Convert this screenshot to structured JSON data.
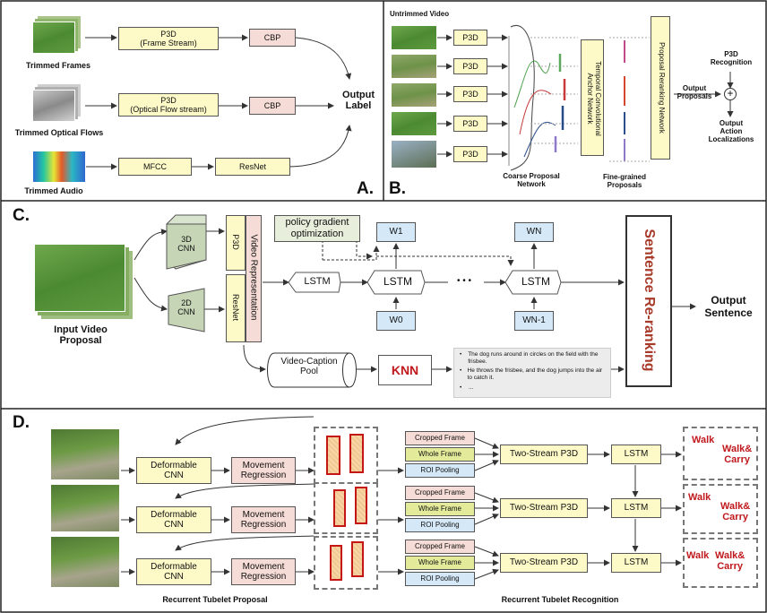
{
  "panel_a": {
    "letter": "A.",
    "input_frames": "Trimmed Frames",
    "input_flows": "Trimmed Optical Flows",
    "input_audio": "Trimmed Audio",
    "p3d_frame": "P3D\n(Frame Stream)",
    "p3d_flow": "P3D\n(Optical Flow stream)",
    "cbp": "CBP",
    "mfcc": "MFCC",
    "resnet": "ResNet",
    "output": "Output\nLabel"
  },
  "panel_b": {
    "letter": "B.",
    "untrimmed": "Untrimmed Video",
    "p3d": "P3D",
    "coarse": "Coarse Proposal\nNetwork",
    "tcan": "Temporal Convolutional\nAnchor Network",
    "rerank": "Proposal Reranking Network",
    "fine": "Fine-grained\nProposals",
    "output_props": "Output\nProposals",
    "p3d_recog": "P3D\nRecognition",
    "plus": "+",
    "output_loc": "Output\nAction\nLocalizations"
  },
  "panel_c": {
    "letter": "C.",
    "input": "Input Video\nProposal",
    "cnn3d": "3D\nCNN",
    "cnn2d": "2D\nCNN",
    "p3d": "P3D",
    "resnet": "ResNet",
    "video_rep": "Video Representation",
    "policy": "policy gradient\noptimization",
    "lstm": "LSTM",
    "w1": "W1",
    "wn": "WN",
    "w0": "W0",
    "wn1": "WN-1",
    "dots": "• • •",
    "rerank": "Sentence Re-ranking",
    "output": "Output\nSentence",
    "pool": "Video-Caption\nPool",
    "knn": "KNN",
    "captions": [
      "The dog runs around in circles on the field with the frisbee.",
      "He throws the frisbee, and the dog jumps into the air to catch it.",
      "..."
    ]
  },
  "panel_d": {
    "letter": "D.",
    "deformable": "Deformable\nCNN",
    "movement": "Movement\nRegression",
    "cropped": "Cropped Frame",
    "whole": "Whole Frame",
    "roi": "ROI Pooling",
    "two_stream": "Two-Stream P3D",
    "lstm": "LSTM",
    "walk": "Walk",
    "walk_carry": "Walk&\nCarry",
    "tubelet_proposal": "Recurrent Tubelet Proposal",
    "tubelet_recog": "Recurrent Tubelet Recognition"
  },
  "colors": {
    "yellow_box": "#fdfac8",
    "pink_box": "#f6dcd6",
    "blue_box": "#d4e8f7",
    "label_red": "#c0181c",
    "rerank_red": "#a83a2a"
  }
}
